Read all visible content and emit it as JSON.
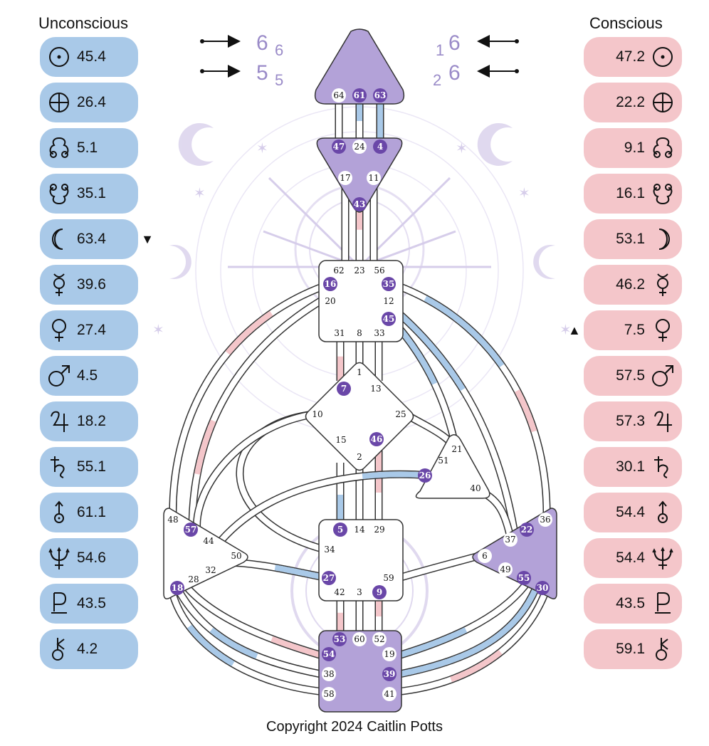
{
  "unconscious": {
    "title": "Unconscious",
    "planets": [
      {
        "icon": "sun-icon",
        "value": "45.4"
      },
      {
        "icon": "earth-icon",
        "value": "26.4"
      },
      {
        "icon": "north-node-icon",
        "value": "5.1"
      },
      {
        "icon": "south-node-icon",
        "value": "35.1"
      },
      {
        "icon": "moon-icon",
        "value": "63.4",
        "mark": "▼"
      },
      {
        "icon": "mercury-icon",
        "value": "39.6"
      },
      {
        "icon": "venus-icon",
        "value": "27.4"
      },
      {
        "icon": "mars-icon",
        "value": "4.5"
      },
      {
        "icon": "jupiter-icon",
        "value": "18.2"
      },
      {
        "icon": "saturn-icon",
        "value": "55.1"
      },
      {
        "icon": "uranus-icon",
        "value": "61.1"
      },
      {
        "icon": "neptune-icon",
        "value": "54.6"
      },
      {
        "icon": "pluto-icon",
        "value": "43.5"
      },
      {
        "icon": "chiron-icon",
        "value": "4.2"
      }
    ]
  },
  "conscious": {
    "title": "Conscious",
    "planets": [
      {
        "icon": "sun-icon",
        "value": "47.2"
      },
      {
        "icon": "earth-icon",
        "value": "22.2"
      },
      {
        "icon": "north-node-icon",
        "value": "9.1"
      },
      {
        "icon": "south-node-icon",
        "value": "16.1"
      },
      {
        "icon": "moon-icon",
        "value": "53.1"
      },
      {
        "icon": "mercury-icon",
        "value": "46.2"
      },
      {
        "icon": "venus-icon",
        "value": "7.5",
        "mark": "▲"
      },
      {
        "icon": "mars-icon",
        "value": "57.5"
      },
      {
        "icon": "jupiter-icon",
        "value": "57.3"
      },
      {
        "icon": "saturn-icon",
        "value": "30.1"
      },
      {
        "icon": "uranus-icon",
        "value": "54.4"
      },
      {
        "icon": "neptune-icon",
        "value": "54.4"
      },
      {
        "icon": "pluto-icon",
        "value": "43.5"
      },
      {
        "icon": "chiron-icon",
        "value": "59.1"
      }
    ]
  },
  "variables": {
    "top_left": {
      "big": "6",
      "small": "6"
    },
    "bottom_left": {
      "big": "5",
      "small": "5"
    },
    "top_right": {
      "big": "6",
      "small": "1"
    },
    "bottom_right": {
      "big": "6",
      "small": "2"
    }
  },
  "centers": [
    {
      "name": "head",
      "defined": true,
      "gates": [
        {
          "n": "64",
          "on": false
        },
        {
          "n": "61",
          "on": true
        },
        {
          "n": "63",
          "on": true
        }
      ]
    },
    {
      "name": "ajna",
      "defined": true,
      "gates": [
        {
          "n": "47",
          "on": true
        },
        {
          "n": "24",
          "on": false
        },
        {
          "n": "4",
          "on": true
        },
        {
          "n": "17",
          "on": false
        },
        {
          "n": "11",
          "on": false
        },
        {
          "n": "43",
          "on": true
        }
      ]
    },
    {
      "name": "throat",
      "defined": false,
      "gates": [
        {
          "n": "62",
          "on": false
        },
        {
          "n": "23",
          "on": false
        },
        {
          "n": "56",
          "on": false
        },
        {
          "n": "16",
          "on": true
        },
        {
          "n": "35",
          "on": true
        },
        {
          "n": "20",
          "on": false
        },
        {
          "n": "12",
          "on": false
        },
        {
          "n": "45",
          "on": true
        },
        {
          "n": "31",
          "on": false
        },
        {
          "n": "8",
          "on": false
        },
        {
          "n": "33",
          "on": false
        }
      ]
    },
    {
      "name": "g",
      "defined": false,
      "gates": [
        {
          "n": "1",
          "on": false
        },
        {
          "n": "7",
          "on": true
        },
        {
          "n": "13",
          "on": false
        },
        {
          "n": "10",
          "on": false
        },
        {
          "n": "25",
          "on": false
        },
        {
          "n": "15",
          "on": false
        },
        {
          "n": "46",
          "on": true
        },
        {
          "n": "2",
          "on": false
        }
      ]
    },
    {
      "name": "heart",
      "defined": false,
      "gates": [
        {
          "n": "21",
          "on": false
        },
        {
          "n": "51",
          "on": false
        },
        {
          "n": "26",
          "on": true
        },
        {
          "n": "40",
          "on": false
        }
      ]
    },
    {
      "name": "sacral",
      "defined": false,
      "gates": [
        {
          "n": "5",
          "on": true
        },
        {
          "n": "14",
          "on": false
        },
        {
          "n": "29",
          "on": false
        },
        {
          "n": "34",
          "on": false
        },
        {
          "n": "27",
          "on": true
        },
        {
          "n": "59",
          "on": false
        },
        {
          "n": "42",
          "on": false
        },
        {
          "n": "3",
          "on": false
        },
        {
          "n": "9",
          "on": true
        }
      ]
    },
    {
      "name": "spleen",
      "defined": false,
      "gates": [
        {
          "n": "48",
          "on": false
        },
        {
          "n": "57",
          "on": true
        },
        {
          "n": "44",
          "on": false
        },
        {
          "n": "50",
          "on": false
        },
        {
          "n": "32",
          "on": false
        },
        {
          "n": "28",
          "on": false
        },
        {
          "n": "18",
          "on": true
        }
      ]
    },
    {
      "name": "solar-plexus",
      "defined": true,
      "gates": [
        {
          "n": "36",
          "on": false
        },
        {
          "n": "22",
          "on": true
        },
        {
          "n": "37",
          "on": false
        },
        {
          "n": "6",
          "on": false
        },
        {
          "n": "49",
          "on": false
        },
        {
          "n": "55",
          "on": true
        },
        {
          "n": "30",
          "on": true
        }
      ]
    },
    {
      "name": "root",
      "defined": true,
      "gates": [
        {
          "n": "53",
          "on": true
        },
        {
          "n": "60",
          "on": false
        },
        {
          "n": "52",
          "on": false
        },
        {
          "n": "54",
          "on": true
        },
        {
          "n": "19",
          "on": false
        },
        {
          "n": "38",
          "on": false
        },
        {
          "n": "39",
          "on": true
        },
        {
          "n": "58",
          "on": false
        },
        {
          "n": "41",
          "on": false
        }
      ]
    }
  ],
  "colors": {
    "unconscious": "#a9c9e8",
    "conscious": "#f4c6ca",
    "defined_center": "#b3a2d8",
    "active_gate": "#6a47a8",
    "variable_digit": "#9a8bc8",
    "decoration": "#d9d1ec"
  },
  "copyright": "Copyright 2024 Caitlin Potts"
}
